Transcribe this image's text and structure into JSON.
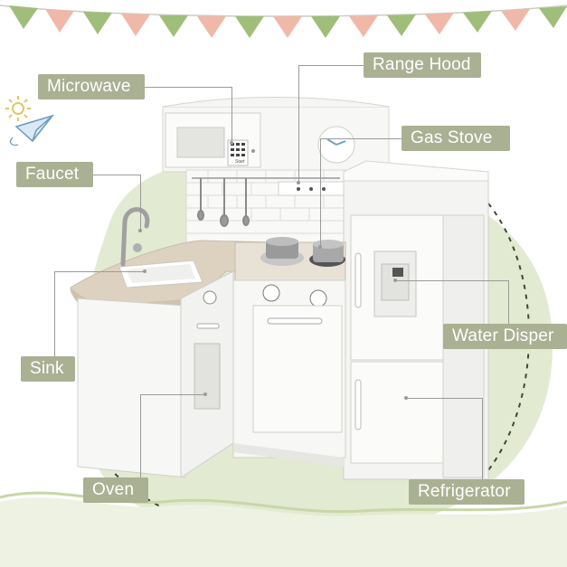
{
  "labels": {
    "range_hood": "Range Hood",
    "microwave": "Microwave",
    "gas_stove": "Gas Stove",
    "faucet": "Faucet",
    "sink": "Sink",
    "water_dispenser": "Water Disper",
    "oven": "Oven",
    "refrigerator": "Refrigerator"
  },
  "microwave_keypad_label": "Start",
  "colors": {
    "label_bg": "#aab092",
    "label_text": "#ffffff",
    "leader_line": "#9a9a9a",
    "blob_green": "#e3ead2",
    "bunting_green": "#9fbe7a",
    "bunting_pink": "#f0b8a8",
    "wood": "#ddd2c0",
    "cabinet_white": "#f7f7f5"
  }
}
